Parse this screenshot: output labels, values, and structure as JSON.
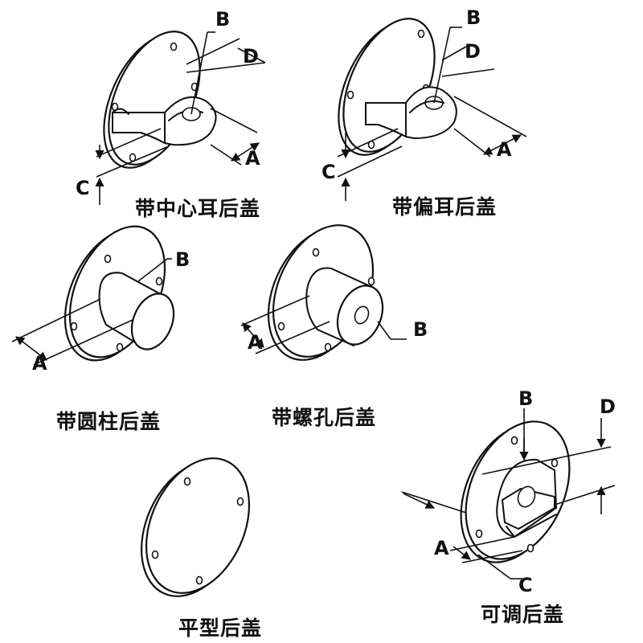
{
  "captions": {
    "center_ear": "带中心耳后盖",
    "offset_ear": "带偏耳后盖",
    "cylinder": "带圆柱后盖",
    "threaded_hole": "带螺孔后盖",
    "flat": "平型后盖",
    "adjustable": "可调后盖"
  },
  "dimension_labels": {
    "A": "A",
    "B": "B",
    "C": "C",
    "D": "D"
  },
  "colors": {
    "line": "#111111",
    "background": "#ffffff"
  }
}
